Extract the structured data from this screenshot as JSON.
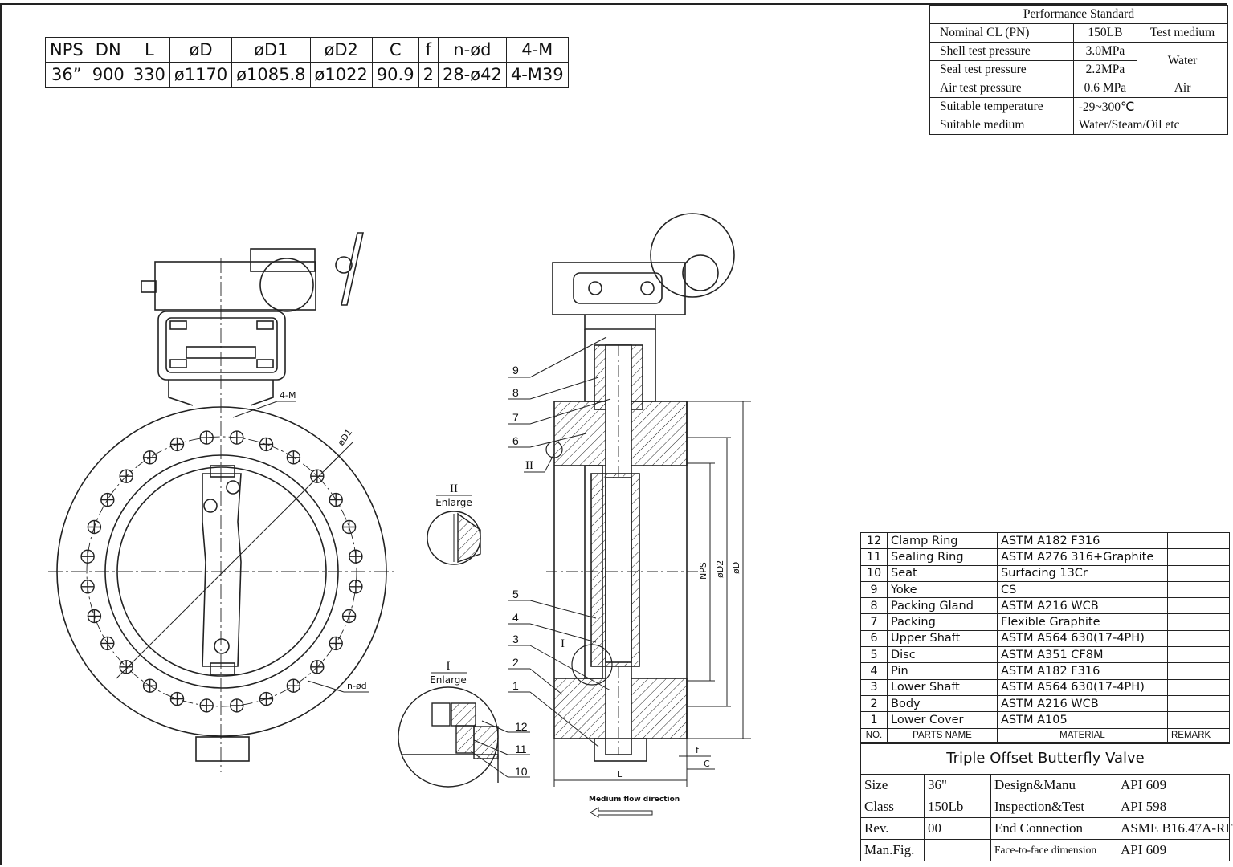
{
  "dimensions": {
    "headers": [
      "NPS",
      "DN",
      "L",
      "øD",
      "øD1",
      "øD2",
      "C",
      "f",
      "n-ød",
      "4-M"
    ],
    "values": [
      "36”",
      "900",
      "330",
      "ø1170",
      "ø1085.8",
      "ø1022",
      "90.9",
      "2",
      "28-ø42",
      "4-M39"
    ]
  },
  "performance": {
    "title": "Performance Standard",
    "rows": [
      {
        "label": "Nominal CL (PN)",
        "value": "150LB",
        "medium": "Test medium"
      },
      {
        "label": "Shell test pressure",
        "value": "3.0MPa",
        "medium": "Water"
      },
      {
        "label": "Seal test pressure",
        "value": "2.2MPa",
        "medium": ""
      },
      {
        "label": "Air test pressure",
        "value": "0.6  MPa",
        "medium": "Air"
      },
      {
        "label": "Suitable temperature",
        "value": "-29~300℃",
        "medium": ""
      },
      {
        "label": "Suitable medium",
        "value": "Water/Steam/Oil etc",
        "medium": ""
      }
    ]
  },
  "parts": {
    "rows": [
      {
        "no": "12",
        "name": "Clamp Ring",
        "material": "ASTM A182 F316"
      },
      {
        "no": "11",
        "name": "Sealing Ring",
        "material": "ASTM A276 316+Graphite"
      },
      {
        "no": "10",
        "name": "Seat",
        "material": "Surfacing 13Cr"
      },
      {
        "no": "9",
        "name": "Yoke",
        "material": "CS"
      },
      {
        "no": "8",
        "name": "Packing Gland",
        "material": "ASTM A216 WCB"
      },
      {
        "no": "7",
        "name": "Packing",
        "material": "Flexible Graphite"
      },
      {
        "no": "6",
        "name": "Upper Shaft",
        "material": "ASTM A564 630(17-4PH)"
      },
      {
        "no": "5",
        "name": "Disc",
        "material": "ASTM A351 CF8M"
      },
      {
        "no": "4",
        "name": "Pin",
        "material": "ASTM A182 F316"
      },
      {
        "no": "3",
        "name": "Lower Shaft",
        "material": "ASTM A564 630(17-4PH)"
      },
      {
        "no": "2",
        "name": "Body",
        "material": "ASTM A216 WCB"
      },
      {
        "no": "1",
        "name": "Lower Cover",
        "material": "ASTM A105"
      }
    ],
    "header": {
      "no": "NO.",
      "name": "PARTS NAME",
      "material": "MATERIAL",
      "remark": "REMARK"
    }
  },
  "title_block": {
    "title": "Triple Offset Butterfly Valve",
    "rows": [
      {
        "k1": "Size",
        "v1": "36\"",
        "k2": "Design&Manu",
        "v2": "API 609"
      },
      {
        "k1": "Class",
        "v1": "150Lb",
        "k2": "Inspection&Test",
        "v2": "API 598"
      },
      {
        "k1": "Rev.",
        "v1": "00",
        "k2": "End Connection",
        "v2": "ASME B16.47A-RF"
      },
      {
        "k1": "Man.Fig.",
        "v1": "",
        "k2": "Face-to-face dimension",
        "v2": "API 609"
      }
    ]
  },
  "drawing_labels": {
    "four_m": "4-M",
    "d1": "øD1",
    "n_d": "n-ød",
    "enlarge_ii_numeral": "II",
    "enlarge_ii_text": "Enlarge",
    "enlarge_i_numeral": "I",
    "enlarge_i_text": "Enlarge",
    "callout_ii": "II",
    "callout_i": "I",
    "nps": "NPS",
    "d2": "øD2",
    "d": "øD",
    "l": "L",
    "f": "f",
    "c": "C",
    "flow": "Medium flow direction",
    "leaders": [
      "9",
      "8",
      "7",
      "6",
      "5",
      "4",
      "3",
      "2",
      "1",
      "12",
      "11",
      "10"
    ]
  }
}
